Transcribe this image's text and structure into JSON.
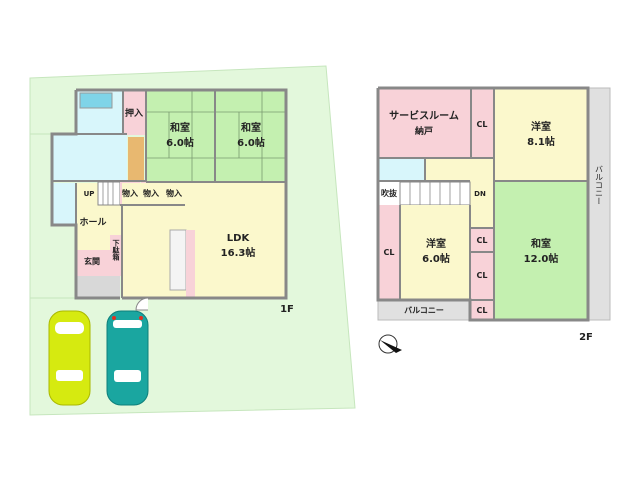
{
  "floor1": {
    "label": "1F",
    "rooms": {
      "washitsu_left": {
        "name": "和室",
        "size": "6.0帖"
      },
      "washitsu_right": {
        "name": "和室",
        "size": "6.0帖"
      },
      "ldk": {
        "name": "LDK",
        "size": "16.3帖"
      },
      "oshiire": "押入",
      "storage": [
        "物入",
        "物入",
        "物入"
      ],
      "hall": "ホール",
      "entrance": "玄関",
      "shoe_box": "下駄箱",
      "stairs_up": "UP"
    }
  },
  "floor2": {
    "label": "2F",
    "rooms": {
      "service_room": {
        "name": "サービスルーム",
        "sub": "納戸"
      },
      "youshitsu_large": {
        "name": "洋室",
        "size": "8.1帖"
      },
      "youshitsu_small": {
        "name": "洋室",
        "size": "6.0帖"
      },
      "washitsu": {
        "name": "和室",
        "size": "12.0帖"
      },
      "closets": [
        "CL",
        "CL",
        "CL",
        "CL",
        "CL"
      ],
      "atrium": "吹抜",
      "stairs_down": "DN",
      "balcony_side": "バルコニー",
      "balcony_bottom": "バルコニー"
    }
  },
  "colors": {
    "lot": "#e3f8dc",
    "tatami": "#c4f0b0",
    "flooring": "#fbf8cc",
    "closet": "#f8d2d8",
    "water": "#d8f6fb",
    "balcony": "#e0e0e0",
    "car_yellow": "#d6ea10",
    "car_teal": "#1aa6a0"
  }
}
